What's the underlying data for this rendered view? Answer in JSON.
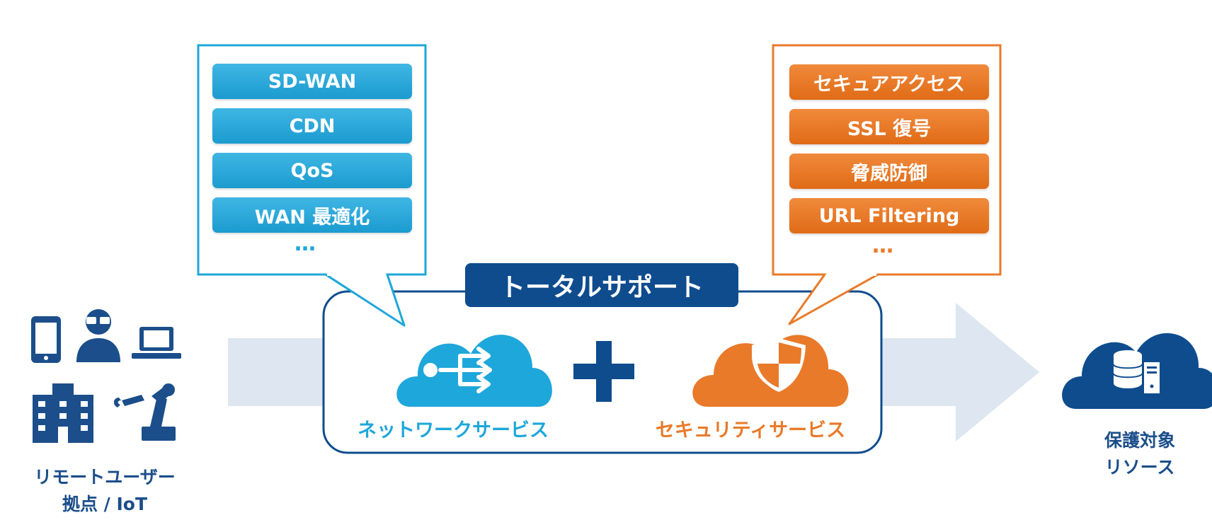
{
  "network_features": {
    "items": [
      "SD-WAN",
      "CDN",
      "QoS",
      "WAN 最適化"
    ],
    "ellipsis": "…"
  },
  "security_features": {
    "items": [
      "セキュアアクセス",
      "SSL 復号",
      "脅威防御",
      "URL Filtering"
    ],
    "ellipsis": "…"
  },
  "total_support": {
    "label": "トータルサポート"
  },
  "network_service": {
    "label": "ネットワークサービス",
    "icon": "cloud-network-icon"
  },
  "security_service": {
    "label": "セキュリティサービス",
    "icon": "cloud-shield-icon"
  },
  "plus": {
    "icon": "plus-icon"
  },
  "left_group": {
    "label_line1": "リモートユーザー",
    "label_line2": "拠点 / IoT",
    "icons": [
      "smartphone-icon",
      "user-icon",
      "laptop-icon",
      "building-icon",
      "robot-arm-icon"
    ]
  },
  "right_group": {
    "label_line1": "保護対象",
    "label_line2": "リソース",
    "icon": "cloud-database-icon"
  },
  "colors": {
    "blue": "#1ea7da",
    "orange": "#e97a2a",
    "navy": "#0f4c8e",
    "flow_arrow": "#dde6f1"
  }
}
